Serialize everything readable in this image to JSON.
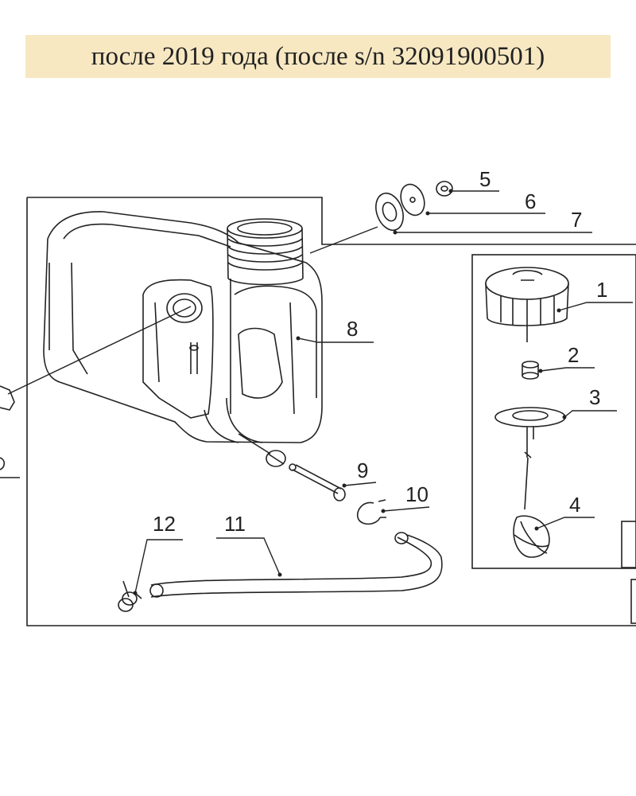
{
  "title": "после 2019 года (после s/n 32091900501)",
  "callouts": {
    "c1": "1",
    "c2": "2",
    "c3": "3",
    "c4": "4",
    "c5": "5",
    "c6": "6",
    "c7": "7",
    "c8": "8",
    "c9": "9",
    "c10": "10",
    "c11": "11",
    "c12": "12"
  }
}
